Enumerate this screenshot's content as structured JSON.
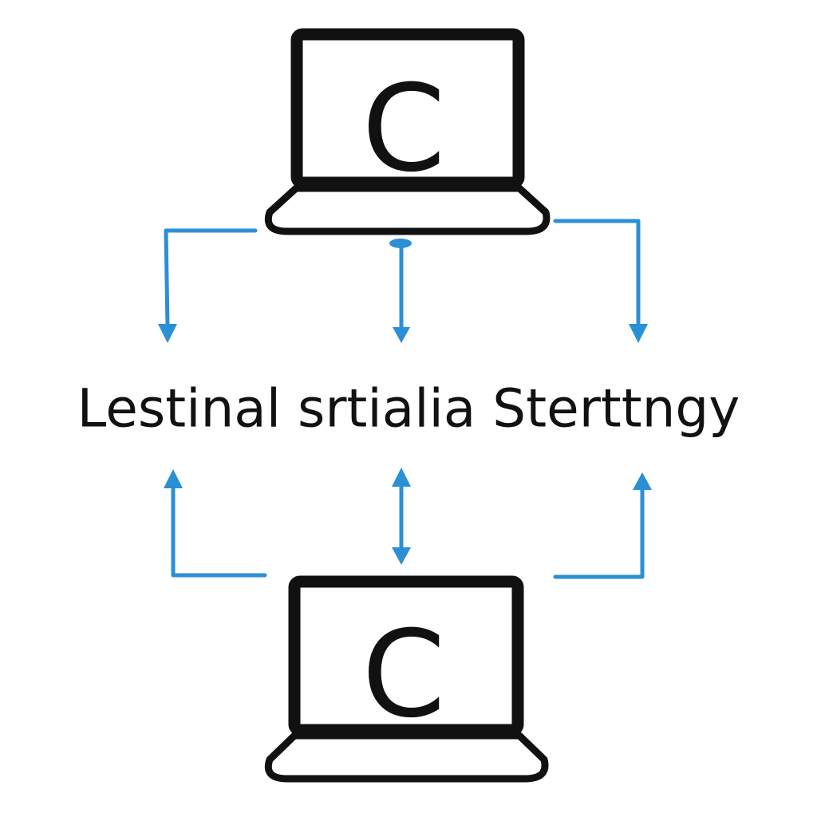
{
  "colors": {
    "background": "#ffffff",
    "outline": "#111111",
    "connector": "#2b8fd6"
  },
  "diagram": {
    "top_node": {
      "icon": "laptop-icon",
      "letter": "C"
    },
    "bottom_node": {
      "icon": "laptop-icon",
      "letter": "C"
    },
    "center_label": "Lestinal srtialia Sterttngy",
    "connectors": [
      {
        "from": "top_node",
        "to": "center_label",
        "direction": "down",
        "position": "left"
      },
      {
        "from": "top_node",
        "to": "center_label",
        "direction": "down",
        "position": "center"
      },
      {
        "from": "top_node",
        "to": "center_label",
        "direction": "down",
        "position": "right"
      },
      {
        "from": "bottom_node",
        "to": "center_label",
        "direction": "up",
        "position": "left"
      },
      {
        "from": "bottom_node",
        "to": "center_label",
        "direction": "both",
        "position": "center"
      },
      {
        "from": "bottom_node",
        "to": "center_label",
        "direction": "up",
        "position": "right"
      }
    ]
  }
}
